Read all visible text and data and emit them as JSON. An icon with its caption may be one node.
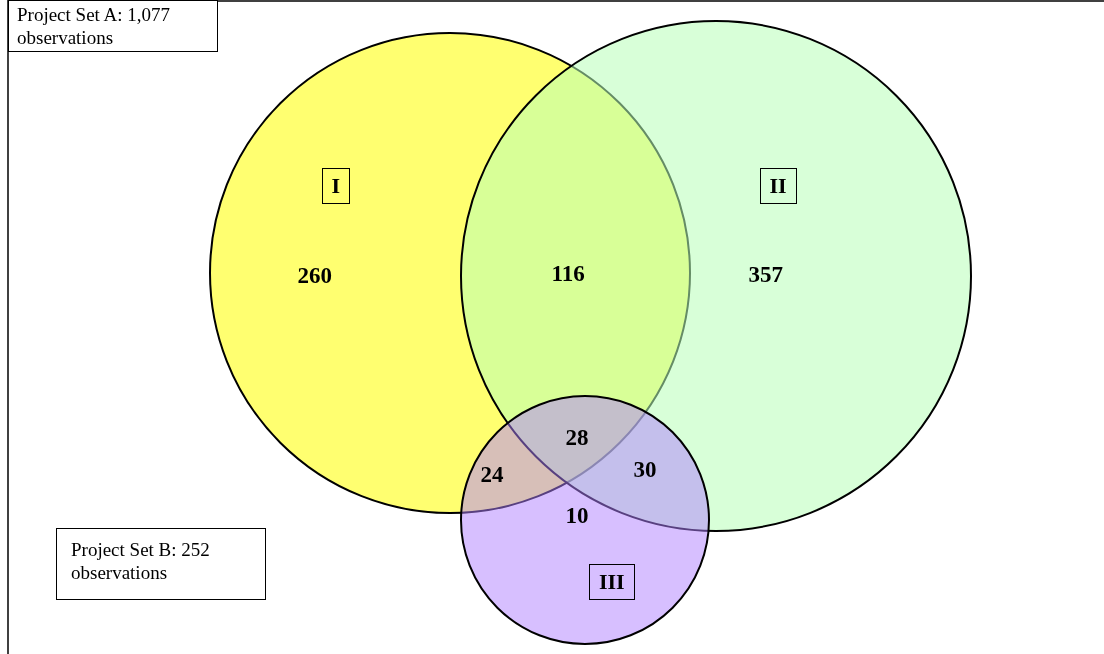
{
  "diagram": {
    "nodes": [
      {
        "text": [
          "Project Set A: 1,077 observations"
        ]
      },
      {
        "text": [
          "Project Set B: 252 observations"
        ]
      },
      {
        "text": [
          "I",
          "260"
        ]
      },
      {
        "text": [
          "II",
          "357"
        ]
      },
      {
        "text": [
          "10",
          "III"
        ]
      }
    ],
    "labels": [
      "116",
      "28",
      "24",
      "30"
    ]
  }
}
